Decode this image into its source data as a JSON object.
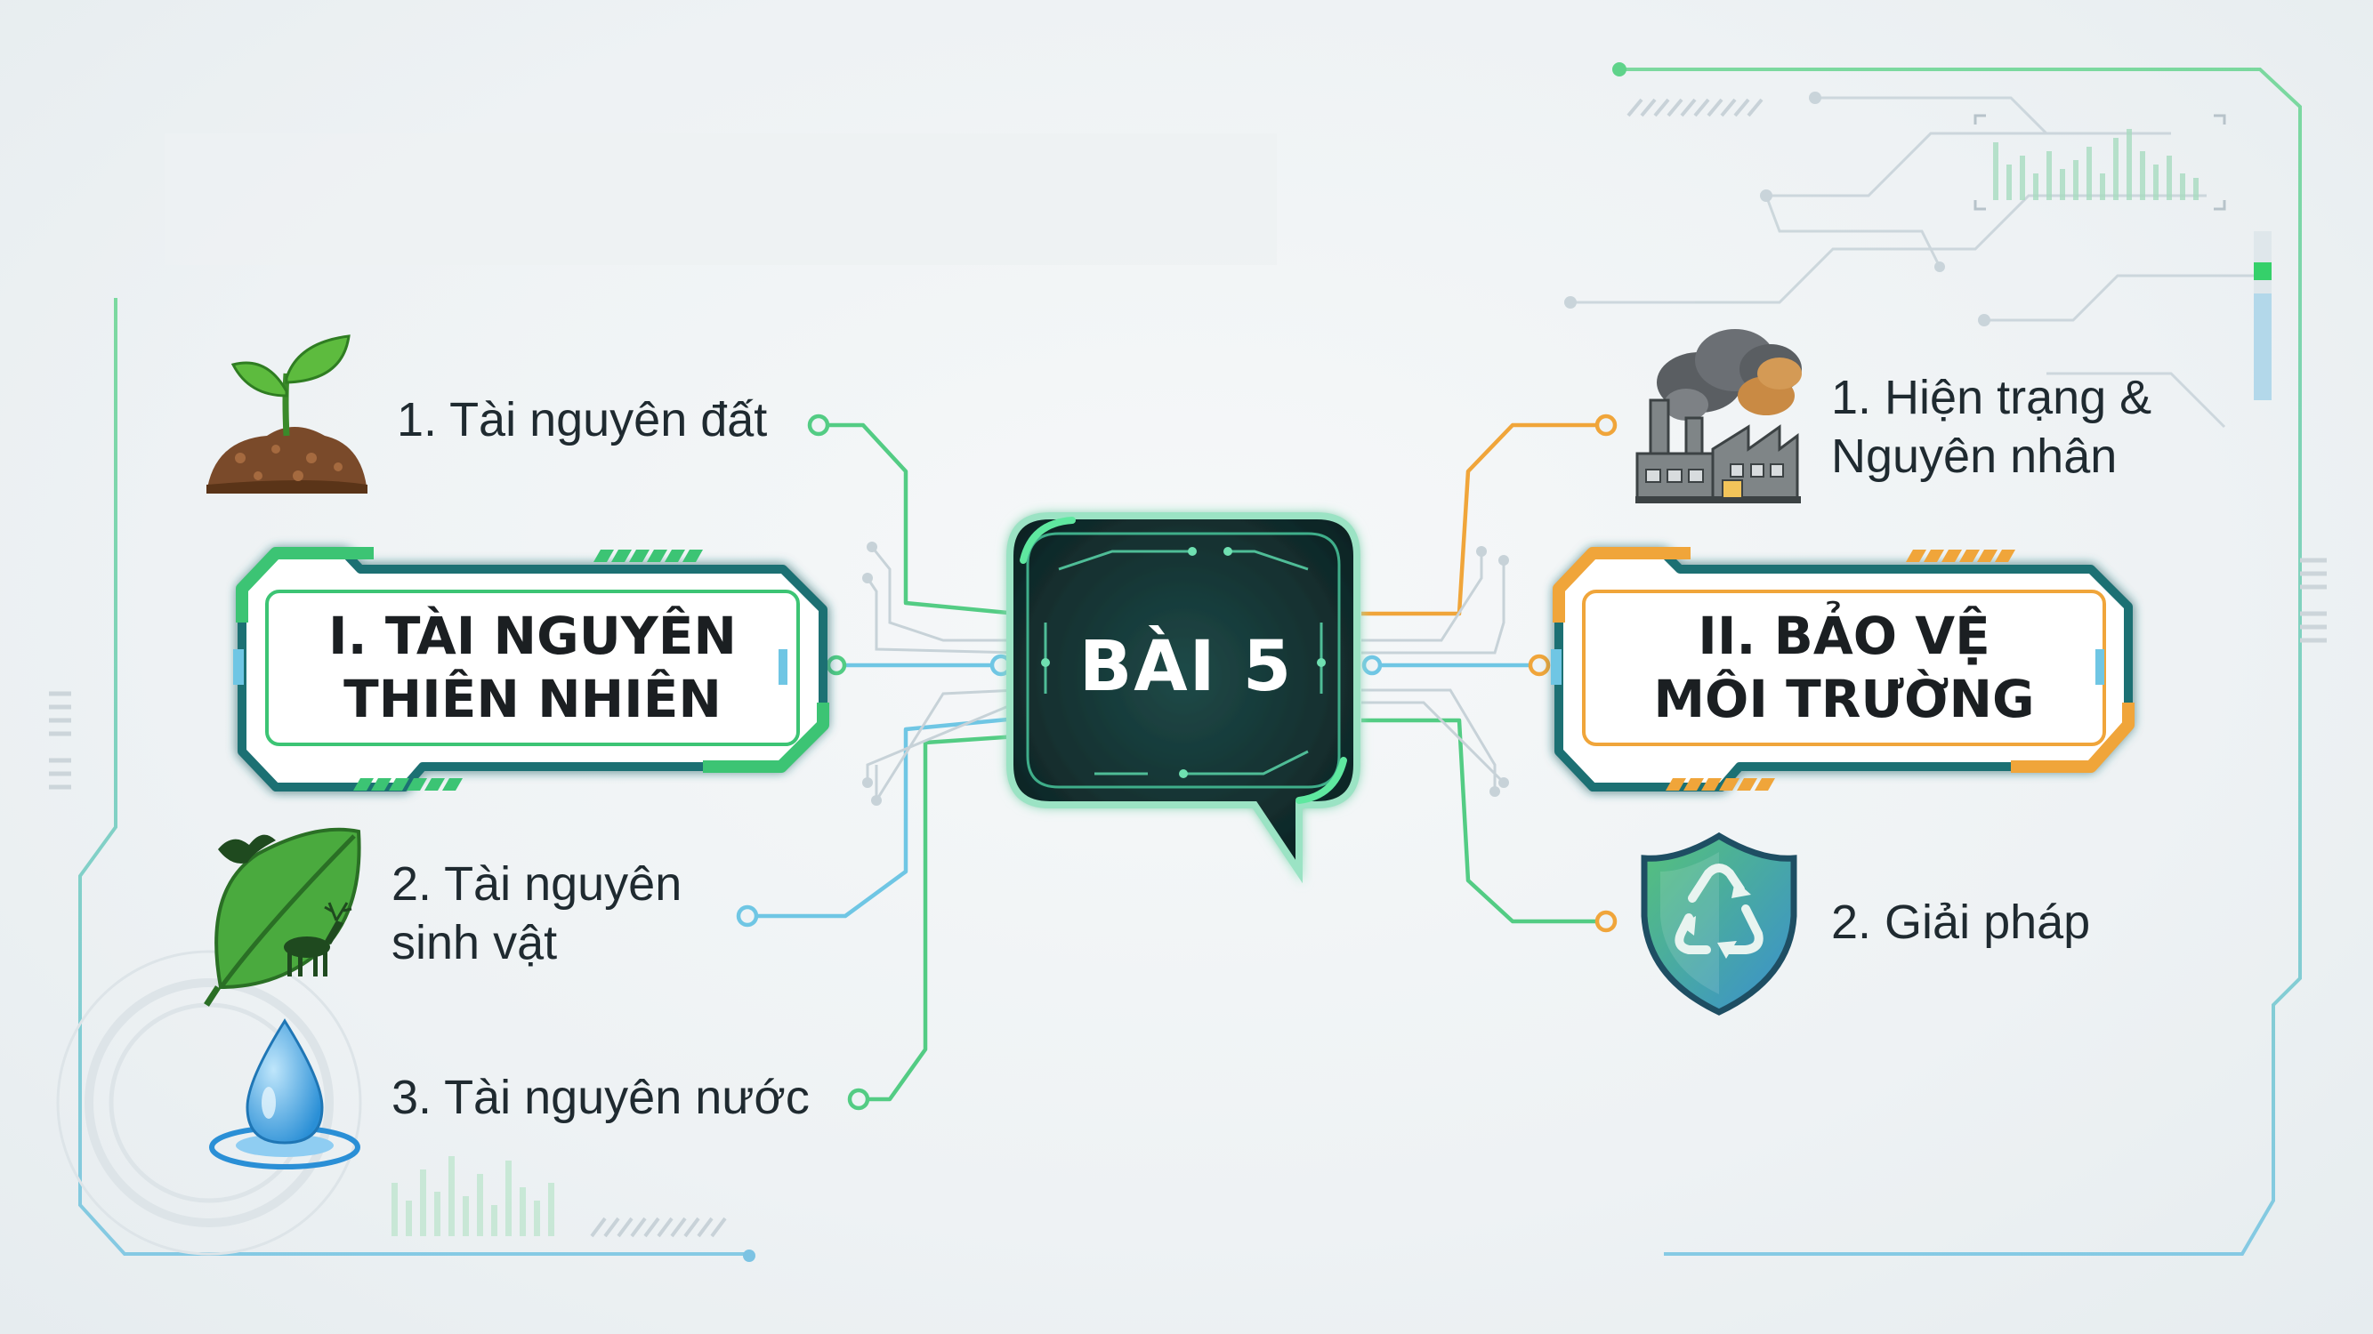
{
  "center": {
    "title": "BÀI 5"
  },
  "left_section": {
    "title_line1": "I. TÀI NGUYÊN",
    "title_line2": "THIÊN NHIÊN",
    "accent": "#3cc474",
    "items": [
      {
        "lines": [
          "1. Tài nguyên đất"
        ],
        "icon": "soil-sprout-icon"
      },
      {
        "lines": [
          "2. Tài nguyên",
          "sinh vật"
        ],
        "icon": "leaf-wildlife-icon"
      },
      {
        "lines": [
          "3. Tài nguyên nước"
        ],
        "icon": "water-drop-icon"
      }
    ]
  },
  "right_section": {
    "title_line1": "II. BẢO VỆ",
    "title_line2": "MÔI TRƯỜNG",
    "accent": "#f0a53a",
    "items": [
      {
        "lines": [
          "1. Hiện trạng &",
          "Nguyên nhân"
        ],
        "icon": "factory-pollution-icon"
      },
      {
        "lines": [
          "2. Giải pháp"
        ],
        "icon": "recycle-shield-icon"
      }
    ]
  },
  "colors": {
    "teal": "#1e6f73",
    "green": "#3cc474",
    "blue": "#5fb8dc",
    "orange": "#f0a53a",
    "dark": "#0f2a2b"
  }
}
